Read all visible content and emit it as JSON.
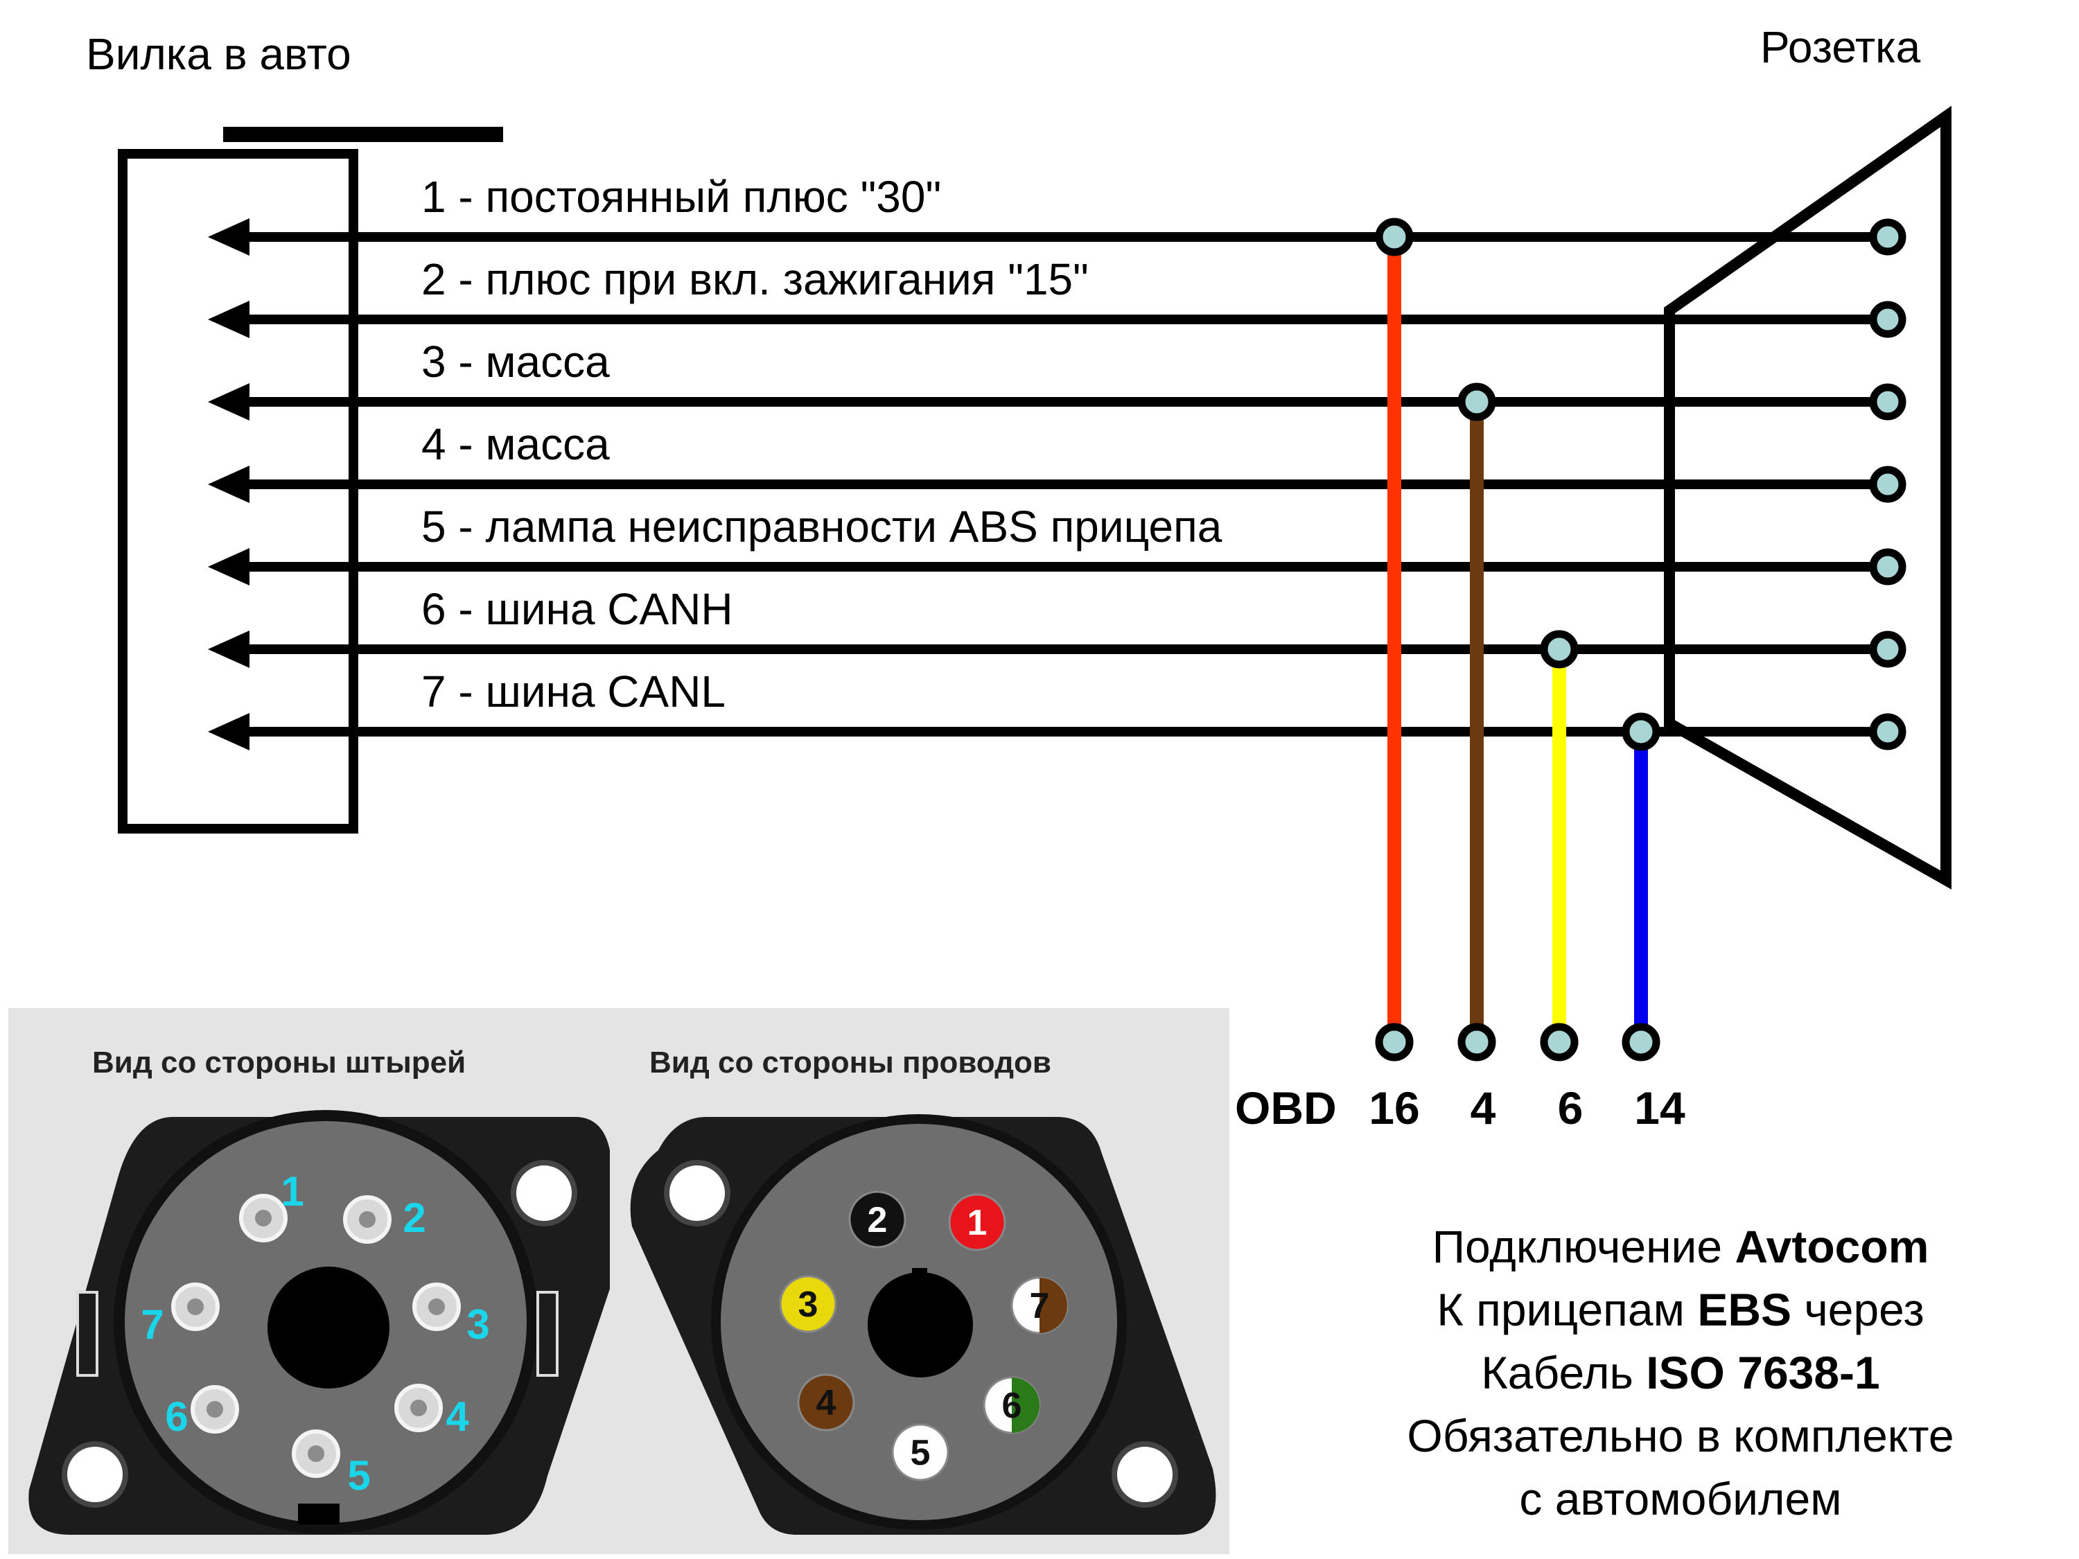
{
  "header": {
    "plug_label": "Вилка в авто",
    "socket_label": "Розетка"
  },
  "wires": [
    {
      "pin": "1",
      "label": "1 - постоянный плюс \"30\""
    },
    {
      "pin": "2",
      "label": "2 - плюс при вкл. зажигания \"15\""
    },
    {
      "pin": "3",
      "label": "3 - масса"
    },
    {
      "pin": "4",
      "label": "4 - масса"
    },
    {
      "pin": "5",
      "label": "5 - лампа неисправности ABS прицепа"
    },
    {
      "pin": "6",
      "label": "6 - шина CANH"
    },
    {
      "pin": "7",
      "label": "7 - шина CANL"
    }
  ],
  "obd": {
    "prefix": "OBD",
    "taps": [
      {
        "obd_pin": "16",
        "from_wire": 1,
        "color": "#ff3300"
      },
      {
        "obd_pin": "4",
        "from_wire": 3,
        "color": "#6b3a10"
      },
      {
        "obd_pin": "6",
        "from_wire": 6,
        "color": "#ffff00"
      },
      {
        "obd_pin": "14",
        "from_wire": 7,
        "color": "#0000ee"
      }
    ]
  },
  "connector_views": {
    "pin_side_title": "Вид со стороны штырей",
    "wire_side_title": "Вид со стороны проводов",
    "pin_side_numbers": [
      "1",
      "2",
      "3",
      "4",
      "5",
      "6",
      "7"
    ],
    "wire_side_pins": [
      {
        "num": "1",
        "color": "#e8141c",
        "text_color": "#ffffff"
      },
      {
        "num": "2",
        "color": "#111111",
        "text_color": "#ffffff"
      },
      {
        "num": "3",
        "color": "#e8d80c",
        "text_color": "#111111"
      },
      {
        "num": "4",
        "color": "#6b3a10",
        "text_color": "#111111"
      },
      {
        "num": "5",
        "color": "#ffffff",
        "text_color": "#111111"
      },
      {
        "num": "6",
        "color": "#ffffff",
        "stripe": "#2a7a1a",
        "text_color": "#111111"
      },
      {
        "num": "7",
        "color": "#ffffff",
        "stripe": "#6b3a10",
        "text_color": "#111111"
      }
    ]
  },
  "caption": {
    "line1_prefix": "Подключение ",
    "line1_bold": "Avtocom",
    "line2_prefix": "К прицепам ",
    "line2_bold": "EBS",
    "line2_suffix": " через",
    "line3_prefix": "Кабель ",
    "line3_bold": "ISO 7638-1",
    "line4": "Обязательно в комплекте",
    "line5": "с автомобилем"
  }
}
